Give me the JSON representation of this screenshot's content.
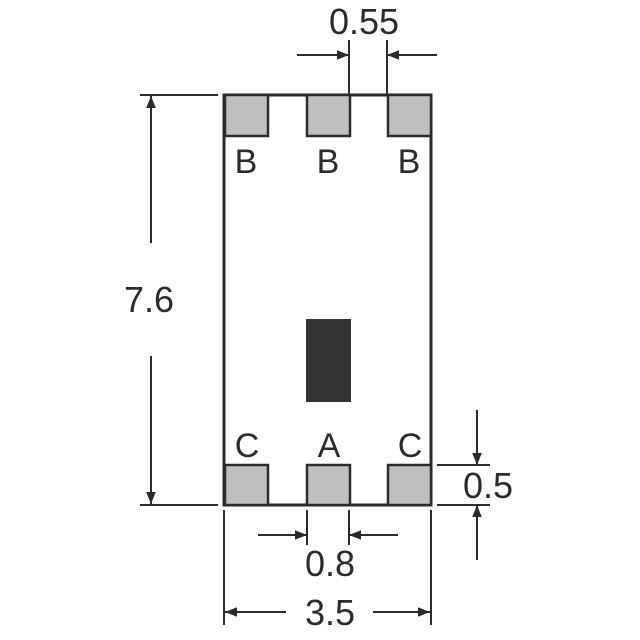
{
  "colors": {
    "pad": "#bfbfbf",
    "marker": "#333333",
    "line": "#2b2b2b"
  },
  "dimensions": {
    "pad_width": "0.55",
    "height": "7.6",
    "pad_height": "0.5",
    "pitch": "0.8",
    "width": "3.5"
  },
  "pins": {
    "top_left": "B",
    "top_center": "B",
    "top_right": "B",
    "bottom_left": "C",
    "bottom_center": "A",
    "bottom_right": "C"
  }
}
